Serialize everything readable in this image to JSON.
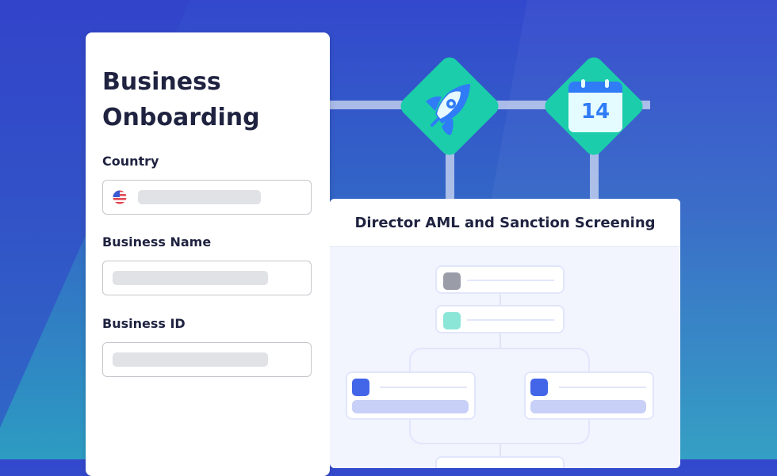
{
  "form": {
    "title_line1": "Business",
    "title_line2": "Onboarding",
    "fields": [
      {
        "label": "Country",
        "flag": "us-flag-icon"
      },
      {
        "label": "Business Name"
      },
      {
        "label": "Business ID"
      }
    ]
  },
  "workflow": {
    "steps": [
      {
        "icon": "rocket-icon"
      },
      {
        "icon": "calendar-icon",
        "day": "14"
      }
    ],
    "panel_title": "Director AML and Sanction Screening"
  },
  "colors": {
    "accent": "#1bcdaa",
    "blue": "#4365e8",
    "gray": "#9a9ca8",
    "teal": "#8ce6d8"
  }
}
